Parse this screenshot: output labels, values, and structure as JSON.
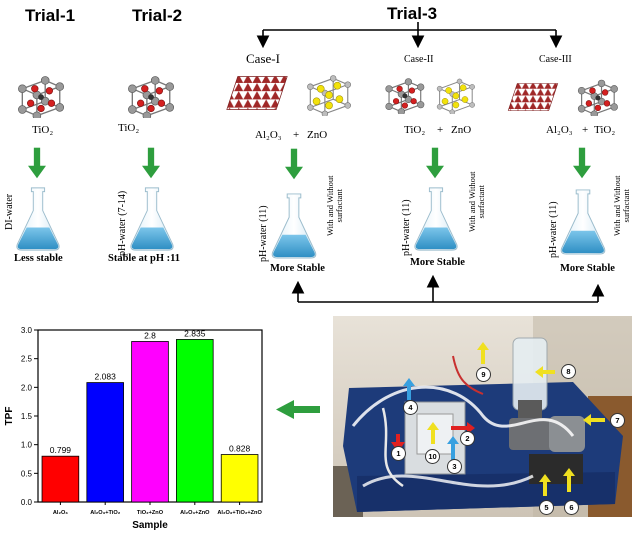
{
  "trials": {
    "t1": "Trial-1",
    "t2": "Trial-2",
    "t3": "Trial-3"
  },
  "cases": {
    "c1": "Case-I",
    "c2": "Case-II",
    "c3": "Case-III"
  },
  "formulas": {
    "f1": "TiO₂",
    "f2": "TiO₂",
    "f3a": "Al₂O₃",
    "f3b": "ZnO",
    "f4a": "TiO₂",
    "f4b": "ZnO",
    "f5a": "Al₂O₃",
    "f5b": "TiO₂",
    "plus": "+"
  },
  "fluids": {
    "f1": "DI-water",
    "f2": "pH-water (7-14)",
    "f3": "pH-water (11)",
    "f4": "pH-water (11)",
    "f5": "pH-water (11)",
    "surf_line1": "With and Without",
    "surf_line2": "surfactant"
  },
  "stability": {
    "s1": "Less stable",
    "s2": "Stable at pH :11",
    "s3": "More Stable",
    "s4": "More Stable",
    "s5": "More Stable"
  },
  "photo_labels": [
    "1",
    "2",
    "3",
    "4",
    "5",
    "6",
    "7",
    "8",
    "9",
    "10"
  ],
  "colors": {
    "arrow_green": "#2e9e3e",
    "flask_liquid": "#4aa8d8",
    "atom_red": "#d42020",
    "atom_gray": "#9a9a9a",
    "atom_yellow": "#f2e20c",
    "lattice": "#a02828"
  },
  "chart_data": {
    "type": "bar",
    "categories": [
      "Al₂O₃",
      "Al₂O₃+TiO₂",
      "TiO₂+ZnO",
      "Al₂O₃+ZnO",
      "Al₂O₃+TiO₂+ZnO"
    ],
    "values": [
      0.799,
      2.083,
      2.8,
      2.835,
      0.828
    ],
    "value_labels": [
      "0.799",
      "2.083",
      "2.8",
      "2.835",
      "0.828"
    ],
    "colors": [
      "#ff0000",
      "#0000ff",
      "#ff00ff",
      "#00ff00",
      "#ffff00"
    ],
    "xlabel": "Sample",
    "ylabel": "TPF",
    "ylim": [
      0,
      3.0
    ],
    "yticks": [
      "0.0",
      "0.5",
      "1.0",
      "1.5",
      "2.0",
      "2.5",
      "3.0"
    ],
    "grid": false
  }
}
